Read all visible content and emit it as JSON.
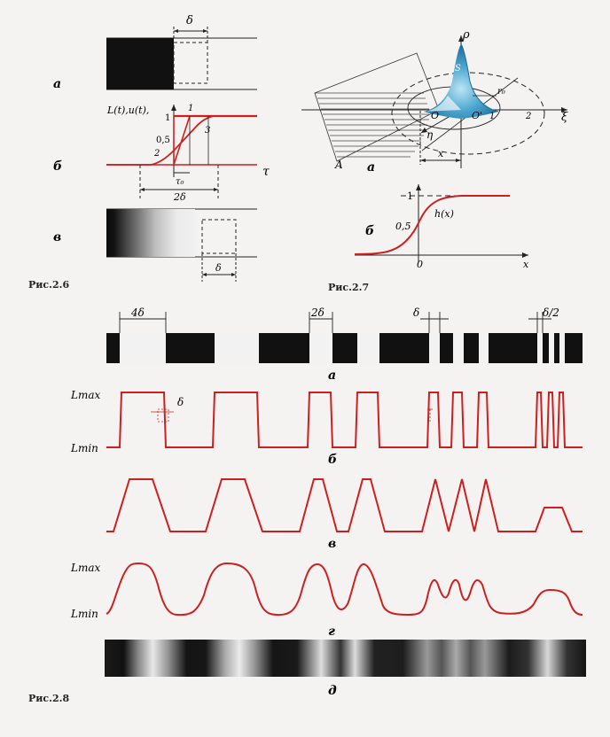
{
  "fig26": {
    "caption": "Рис.2.6",
    "panel_a": "а",
    "panel_b": "б",
    "panel_c": "в",
    "delta": "δ",
    "y_axis": "L(t),u(t),",
    "tick_1": "1",
    "tick_05": "0,5",
    "curve_1": "1",
    "curve_2": "2",
    "curve_3": "3",
    "tau0": "τ₀",
    "two_delta": "2δ",
    "tau_axis": "τ"
  },
  "fig27": {
    "caption": "Рис.2.7",
    "panel_a": "а",
    "panel_b": "б",
    "rho": "ρ",
    "xi": "ξ",
    "eta": "η",
    "A": "A",
    "O": "O",
    "O_prime": "O'",
    "tick_1": "1",
    "tick_2": "2",
    "r0": "r₀",
    "x_dim": "x",
    "s_label": "S",
    "h_axis_1": "1",
    "h_axis_05": "0,5",
    "h_label": "h(x)",
    "h_origin": "0",
    "h_x": "x"
  },
  "fig28": {
    "caption": "Рис.2.8",
    "panel_a": "а",
    "panel_b": "б",
    "panel_c": "в",
    "panel_d": "г",
    "panel_e": "д",
    "dim_4delta": "4δ",
    "dim_2delta": "2δ",
    "dim_delta": "δ",
    "dim_delta_half": "δ/2",
    "delta_small": "δ",
    "lmax_b": "Lmax",
    "lmin_b": "Lmin",
    "lmax_d": "Lmax",
    "lmin_d": "Lmin"
  },
  "colors": {
    "curve": "#cc2020",
    "ink": "#1a1a1a",
    "paper": "#f4f3f1"
  }
}
